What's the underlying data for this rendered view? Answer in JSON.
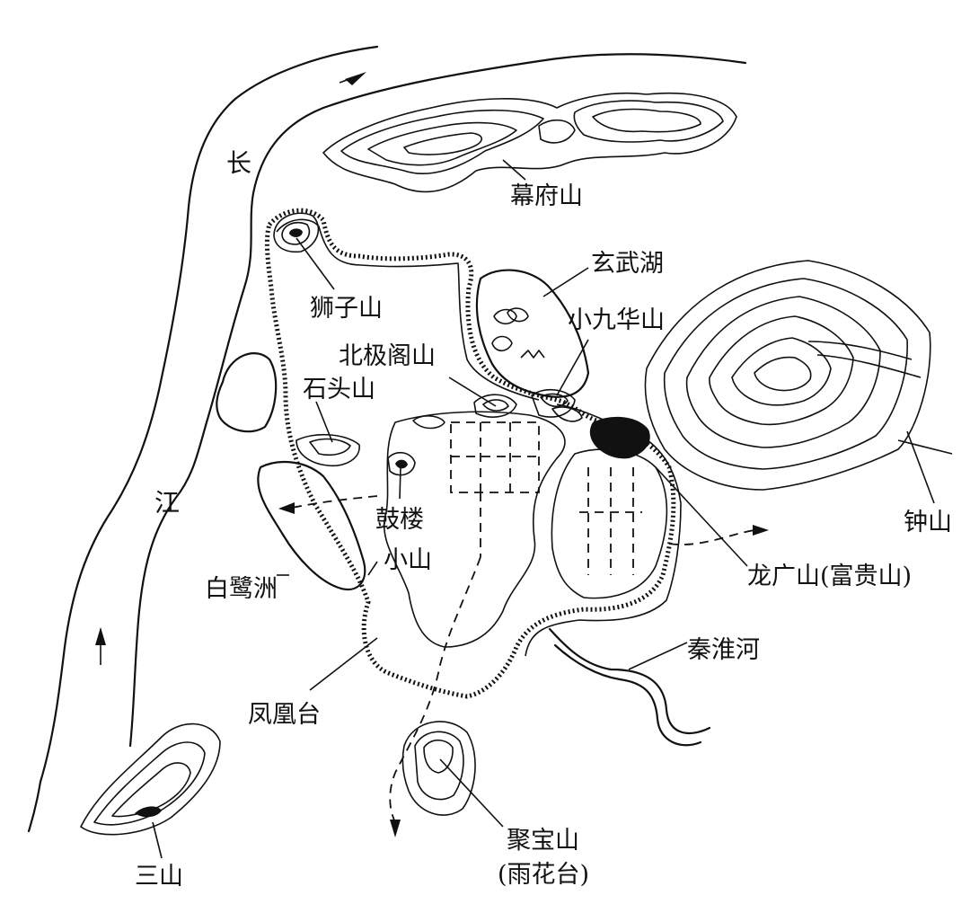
{
  "labels": {
    "chang": "长",
    "jiang": "江",
    "mufushan": "幕府山",
    "xuanwuhu": "玄武湖",
    "shizishan": "狮子山",
    "xiaojiuhuashan": "小九华山",
    "beijigeshan": "北极阁山",
    "shitoushan": "石头山",
    "gulou": "鼓楼",
    "xiaoshan": "小山",
    "bailuzhou": "白鹭洲",
    "zhongshan": "钟山",
    "longguangshan": "龙广山(富贵山)",
    "qinhuaihe": "秦淮河",
    "fenghuangtai": "凤凰台",
    "jubaoshan": "聚宝山",
    "yuhuatai": "(雨花台)",
    "sanshan": "三山"
  },
  "icons": {
    "flow_arrow": "river-flow-arrow-icon",
    "wall": "city-wall-dotted-line"
  }
}
